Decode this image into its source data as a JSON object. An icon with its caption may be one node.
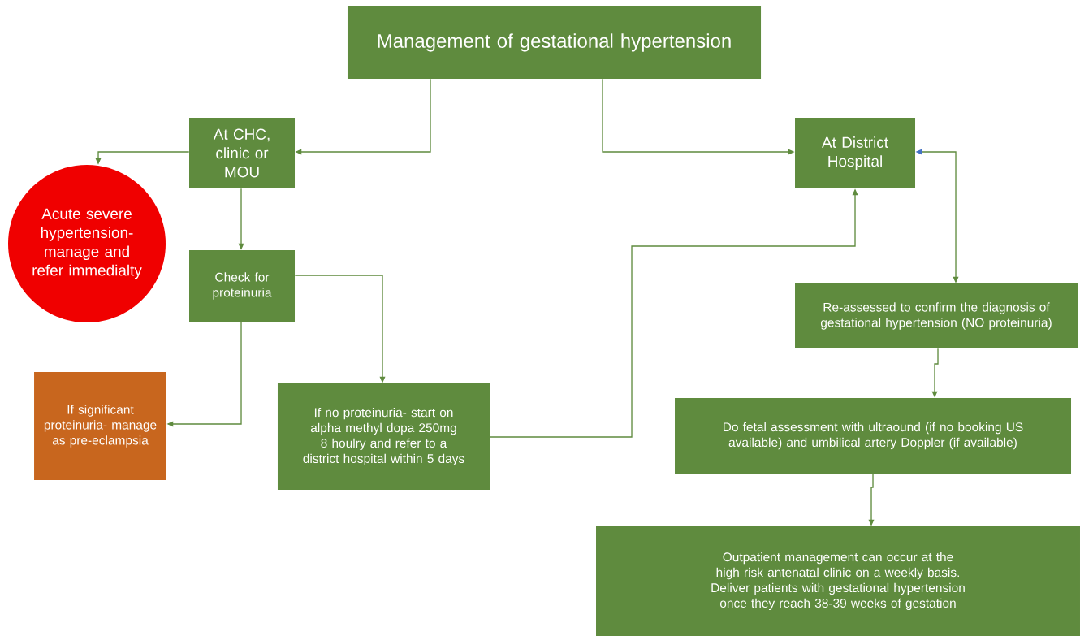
{
  "diagram": {
    "nodes": [
      {
        "text": [
          "Management of gestational hypertension"
        ]
      },
      {
        "text": [
          "At CHC, clinic or MOU"
        ]
      },
      {
        "text": [
          "Acute severe hypertension- manage and refer immedialty"
        ]
      },
      {
        "text": [
          "Check for proteinuria"
        ]
      },
      {
        "text": [
          "If significant proteinuria- manage as pre-eclampsia"
        ]
      },
      {
        "text": [
          "If no proteinuria- start on alpha methyl dopa 250mg 8 houlry and refer to a district hospital within 5 days"
        ]
      },
      {
        "text": [
          "At District Hospital"
        ]
      },
      {
        "text": [
          "Re-assessed to confirm the diagnosis of gestational hypertension (NO proteinuria)"
        ]
      },
      {
        "text": [
          "Do fetal assessment with ultraound (if no booking US available) and umbilical artery Doppler (if available)"
        ]
      },
      {
        "text": [
          "Outpatient management can occur at the high risk antenatal clinic on a weekly basis.",
          "Deliver patients with gestational hypertension once they reach 38-39 weeks of gestation"
        ]
      }
    ],
    "edges": [
      {
        "from": 0,
        "to": 1,
        "arrow": "to"
      },
      {
        "from": 0,
        "to": 6,
        "arrow": "to"
      },
      {
        "from": 1,
        "to": 2,
        "arrow": "to"
      },
      {
        "from": 1,
        "to": 3,
        "arrow": "to"
      },
      {
        "from": 3,
        "to": 5,
        "arrow": "to"
      },
      {
        "from": 3,
        "to": 4,
        "arrow": "to"
      },
      {
        "from": 5,
        "to": 6,
        "arrow": "to"
      },
      {
        "from": 6,
        "to": 7,
        "arrow": "both"
      },
      {
        "from": 7,
        "to": 8,
        "arrow": "to"
      },
      {
        "from": 8,
        "to": 9,
        "arrow": "to"
      }
    ]
  }
}
